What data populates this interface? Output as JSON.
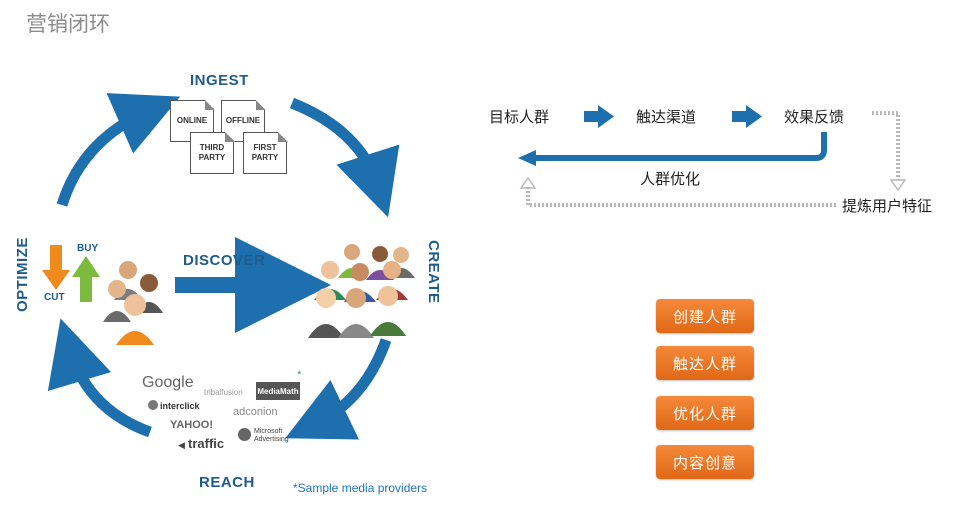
{
  "title": "营销闭环",
  "cycle": {
    "stages": {
      "ingest": "INGEST",
      "create": "CREATE",
      "reach": "REACH",
      "optimize": "OPTIMIZE",
      "discover": "DISCOVER"
    },
    "documents": [
      "ONLINE",
      "OFFLINE",
      "THIRD PARTY",
      "FIRST PARTY"
    ],
    "optimize_arrows": {
      "up": "BUY",
      "down": "CUT"
    },
    "logos": [
      "Google",
      "tribalfusion",
      "MediaMath",
      "interclick",
      "adconion",
      "YAHOO!",
      "Microsoft Advertising",
      "traffic"
    ],
    "note": "*Sample media providers",
    "colors": {
      "arrow": "#1d6fae",
      "buy": "#7dbb3f",
      "cut": "#f08a1c"
    }
  },
  "flow": {
    "steps": [
      "目标人群",
      "触达渠道",
      "效果反馈"
    ],
    "loop_label": "人群优化",
    "extract_label": "提炼用户特征"
  },
  "actions": [
    "创建人群",
    "触达人群",
    "优化人群",
    "内容创意"
  ],
  "colors": {
    "accent": "#ee7a26",
    "flow_arrow": "#1d6fae"
  }
}
